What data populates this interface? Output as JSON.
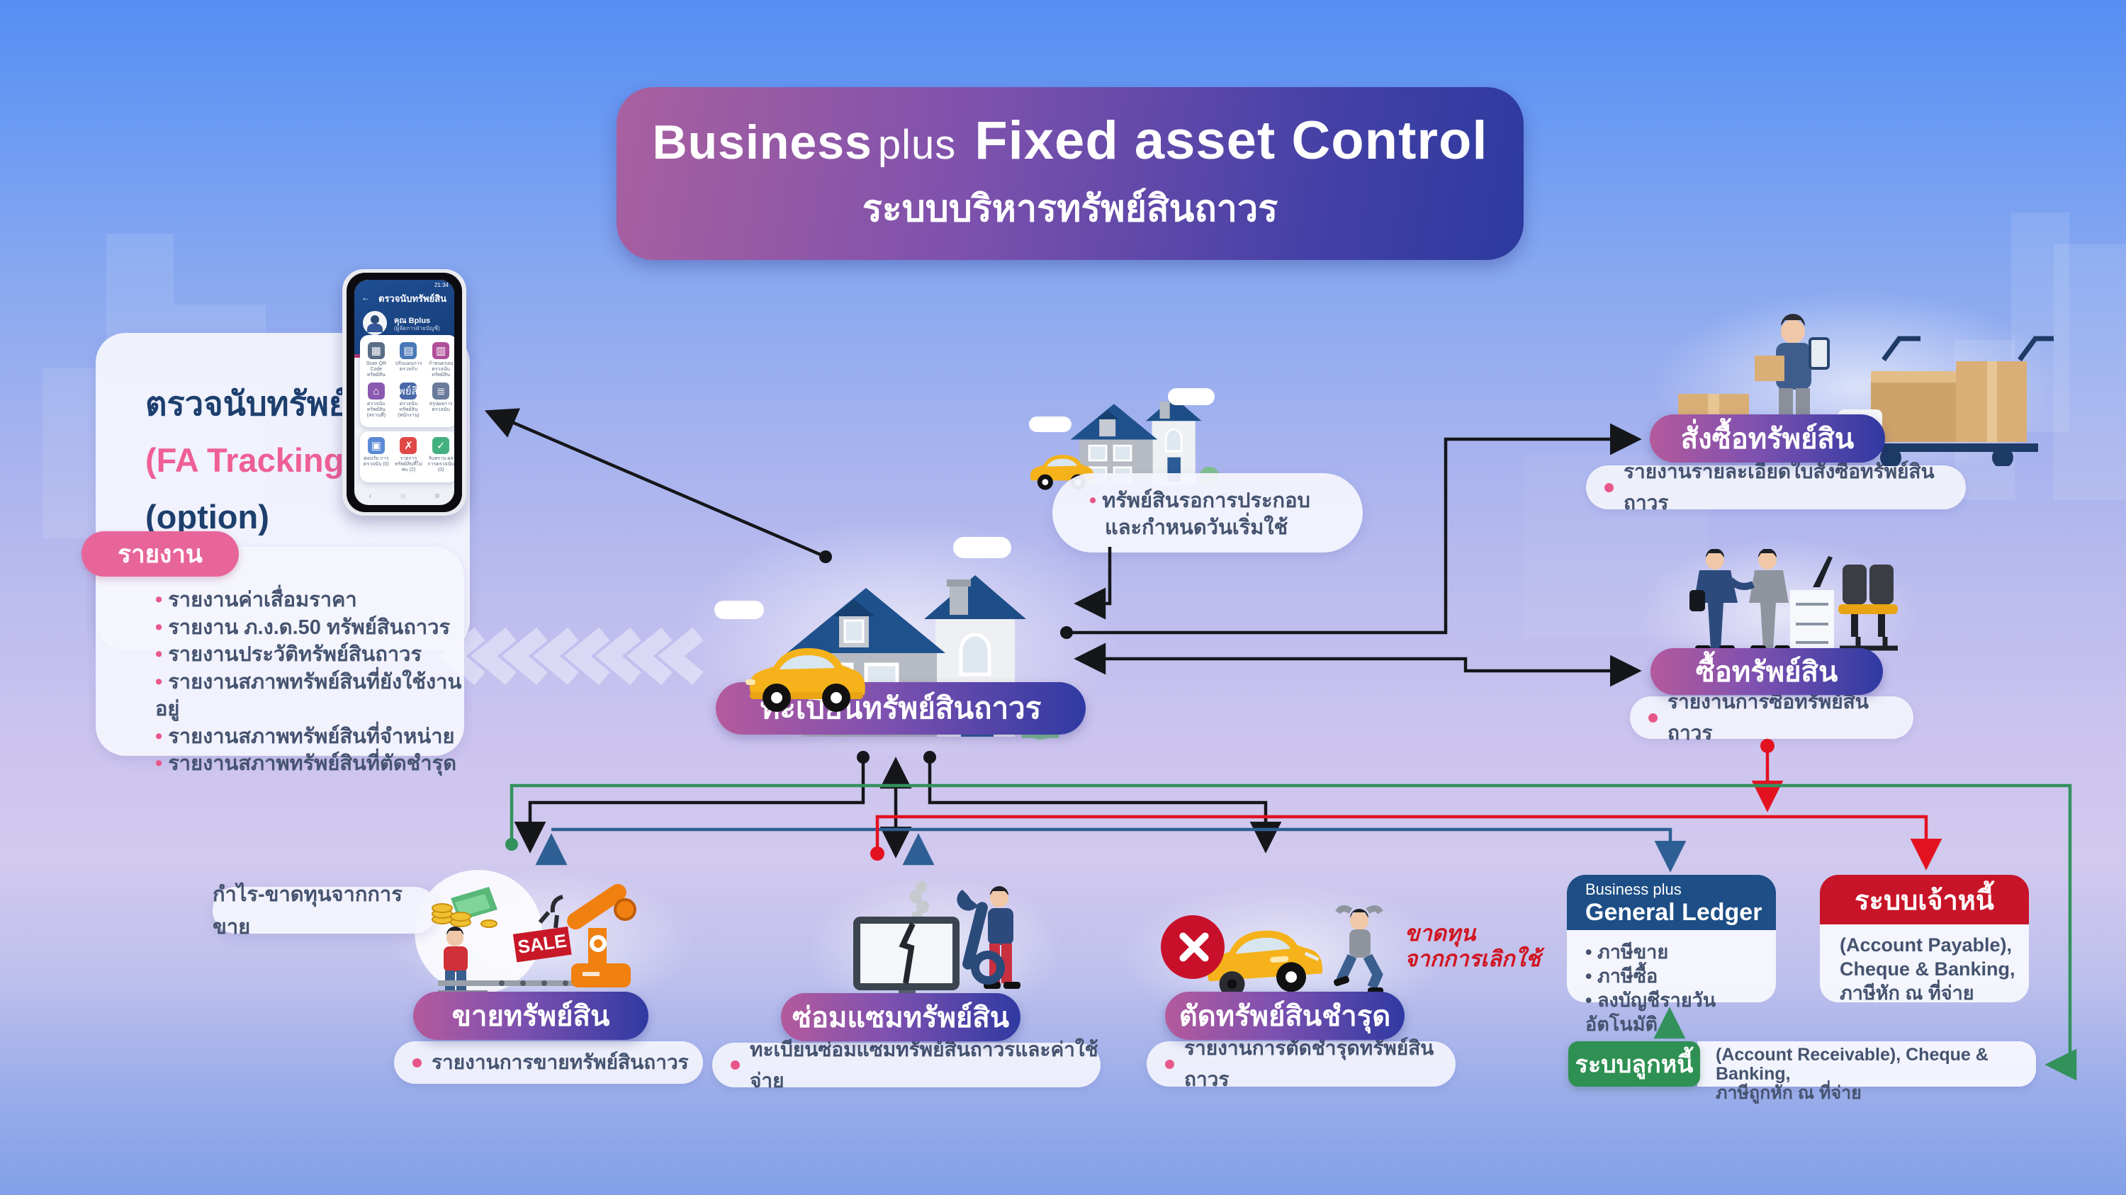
{
  "title": {
    "brand_business": "Business",
    "brand_plus": "plus",
    "heading": "Fixed asset Control",
    "subheading": "ระบบบริหารทรัพย์สินถาวร"
  },
  "fa_tracking": {
    "line1": "ตรวจนับทรัพย์สิน",
    "line2": "(FA Tracking)",
    "line3": "(option)"
  },
  "phone": {
    "time": "21:34",
    "back_icon": "←",
    "header": "ตรวจนับทรัพย์สิน",
    "user_name": "คุณ Bplus",
    "user_role": "(ผู้จัดการฝ่ายบัญชี)",
    "menu": [
      "Scan QR Code ทรัพย์สิน",
      "ปรับแผนการตรวจนับ",
      "กำหนดรอบตรวจนับทรัพย์สิน",
      "ตรวจนับทรัพย์สิน (สถานที่)",
      "ตรวจนับทรัพย์สิน (พนักงาน)",
      "สรุปผลการตรวจนับ"
    ],
    "menu_icons": [
      "▦",
      "▤",
      "▥",
      "⌂",
      "◉",
      "≣"
    ],
    "menu2": [
      "ตอบรับ การตรวจนับ (0)",
      "รายการ ทรัพย์สินที่ไม่พบ (2)",
      "รับทราบ ผลการตรวจนับ (0)"
    ],
    "menu2_icons": [
      "▣",
      "✗",
      "✓"
    ],
    "nav_back": "‹",
    "nav_home": "○",
    "nav_menu": "≡"
  },
  "reports": {
    "header": "รายงาน",
    "items": [
      "รายงานค่าเสื่อมราคา",
      "รายงาน ภ.ง.ด.50 ทรัพย์สินถาวร",
      "รายงานประวัติทรัพย์สินถาวร",
      "รายงานสภาพทรัพย์สินที่ยังใช้งานอยู่",
      "รายงานสภาพทรัพย์สินที่จำหน่าย",
      "รายงานสภาพทรัพย์สินที่ตัดชำรุด"
    ]
  },
  "register": {
    "label": "ทะเบียนทรัพย์สินถาวร"
  },
  "pending_note": {
    "line1": "ทรัพย์สินรอการประกอบ",
    "line2": "และกำหนดวันเริ่มใช้"
  },
  "purchase_order": {
    "label": "สั่งซื้อทรัพย์สิน",
    "note": "รายงานรายละเอียดใบสั่งซื้อทรัพย์สินถาวร"
  },
  "purchase": {
    "label": "ซื้อทรัพย์สิน",
    "note": "รายงานการซื้อทรัพย์สินถาวร"
  },
  "sale": {
    "label": "ขายทรัพย์สิน",
    "note": "รายงานการขายทรัพย์สินถาวร",
    "profit_note": "กำไร-ขาดทุนจากการขาย",
    "sale_tag": "SALE"
  },
  "repair": {
    "label": "ซ่อมแซมทรัพย์สิน",
    "note": "ทะเบียนซ่อมแซมทรัพย์สินถาวรและค่าใช้จ่าย"
  },
  "writeoff": {
    "label": "ตัดทรัพย์สินชำรุด",
    "note": "รายงานการตัดชำรุดทรัพย์สินถาวร",
    "loss_line1": "ขาดทุน",
    "loss_line2": "จากการเลิกใช้"
  },
  "general_ledger": {
    "brand_business": "Business",
    "brand_plus": "plus",
    "title": "General Ledger",
    "items": [
      "ภาษีขาย",
      "ภาษีซื้อ",
      "ลงบัญชีรายวันอัตโนมัติ"
    ]
  },
  "account_payable": {
    "title": "ระบบเจ้าหนี้",
    "lines": [
      "(Account Payable),",
      "Cheque & Banking,",
      "ภาษีหัก ณ ที่จ่าย"
    ]
  },
  "account_receivable": {
    "title": "ระบบลูกหนี้",
    "line1": "(Account Receivable), Cheque & Banking,",
    "line2": "ภาษีถูกหัก ณ ที่จ่าย"
  },
  "colors": {
    "connector_black": "#15161a",
    "connector_blue": "#2d5f94",
    "connector_red": "#e31220",
    "connector_green": "#33915c",
    "pill_gradient_start": "#b45a9c",
    "pill_gradient_end": "#2f3aa2",
    "gl_header": "#1d4e85",
    "ap_header": "#c81428",
    "ar_header": "#2e9052",
    "report_pink": "#e8659a",
    "background_top": "#578ef4"
  }
}
